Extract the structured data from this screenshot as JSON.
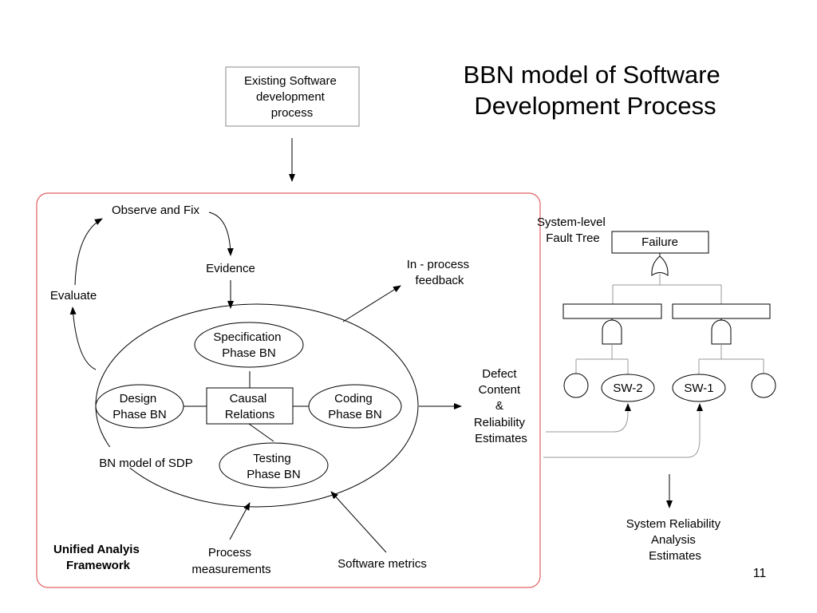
{
  "title": [
    "BBN model of Software",
    "Development Process"
  ],
  "slide_number": "11",
  "colors": {
    "frame_border": "#e06060",
    "lines": "#000000",
    "fault_tree_lines": "#999999"
  },
  "nodes": {
    "existing_process": [
      "Existing Software",
      "development",
      "process"
    ],
    "observe_fix": "Observe and Fix",
    "evidence": "Evidence",
    "evaluate": "Evaluate",
    "inprocess_feedback": [
      "In - process",
      "feedback"
    ],
    "spec_phase": [
      "Specification",
      "Phase BN"
    ],
    "design_phase": [
      "Design",
      "Phase BN"
    ],
    "causal_relations": [
      "Causal",
      "Relations"
    ],
    "coding_phase": [
      "Coding",
      "Phase BN"
    ],
    "testing_phase": [
      "Testing",
      "Phase BN"
    ],
    "bn_model": "BN model of SDP",
    "defect_content": [
      "Defect",
      "Content",
      "&",
      "Reliability",
      "Estimates"
    ],
    "unified_framework": [
      "Unified Analyis",
      "Framework"
    ],
    "process_measurements": [
      "Process",
      "measurements"
    ],
    "software_metrics": "Software metrics"
  },
  "fault_tree": {
    "label": [
      "System-level",
      "Fault Tree"
    ],
    "top_event": "Failure",
    "sw2": "SW-2",
    "sw1": "SW-1"
  },
  "system_reliability": [
    "System Reliability",
    "Analysis",
    "Estimates"
  ]
}
